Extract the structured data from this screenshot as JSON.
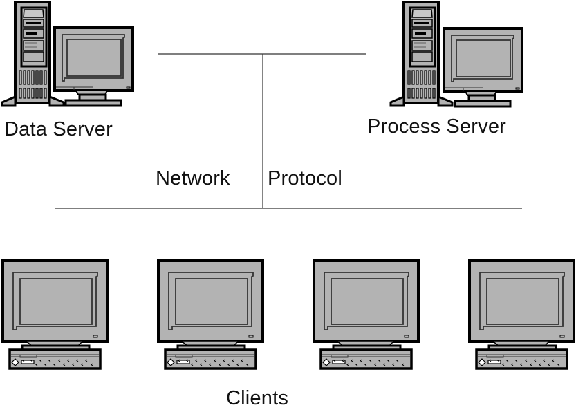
{
  "diagram": {
    "nodes": {
      "data_server": {
        "label": "Data Server",
        "type": "server-workstation"
      },
      "process_server": {
        "label": "Process Server",
        "type": "server-workstation"
      },
      "clients": {
        "label": "Clients",
        "count": 4,
        "type": "desktop-computer"
      }
    },
    "connections": {
      "vertical_left_label": "Network",
      "vertical_right_label": "Protocol"
    },
    "colors": {
      "device_fill": "#b3b3b3",
      "device_outline": "#000000",
      "line": "#7f7f7f",
      "connector": "#333333",
      "text": "#111111"
    }
  }
}
